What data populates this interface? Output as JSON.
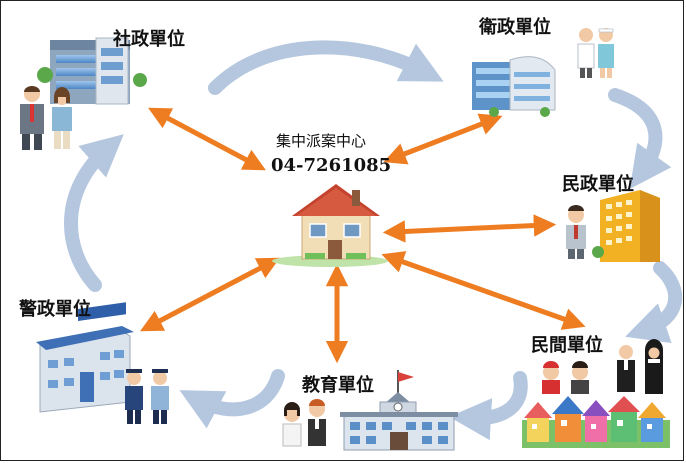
{
  "center": {
    "title": "集中派案中心",
    "phone": "04-7261085",
    "icon": "house-icon"
  },
  "units": {
    "social": {
      "label": "社政單位",
      "icon": "office-building-icon"
    },
    "health": {
      "label": "衛政單位",
      "icon": "hospital-icon"
    },
    "civil": {
      "label": "民政單位",
      "icon": "government-building-icon"
    },
    "private": {
      "label": "民間單位",
      "icon": "village-houses-icon"
    },
    "education": {
      "label": "教育單位",
      "icon": "school-icon"
    },
    "police": {
      "label": "警政單位",
      "icon": "police-station-icon"
    }
  },
  "colors": {
    "arrow": "#ee7d22",
    "cycle": "#b5c7df",
    "frame": "#222222"
  }
}
